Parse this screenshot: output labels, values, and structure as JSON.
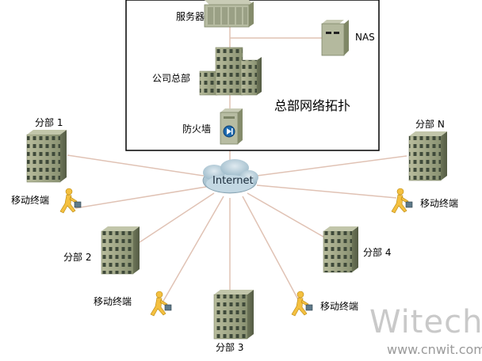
{
  "hq": {
    "title": "总部网络拓扑",
    "server_label": "服务器",
    "nas_label": "NAS",
    "hq_label": "公司总部",
    "firewall_label": "防火墙"
  },
  "internet_label": "Internet",
  "branches": [
    {
      "label": "分部 1"
    },
    {
      "label": "分部 2"
    },
    {
      "label": "分部 3"
    },
    {
      "label": "分部 4"
    },
    {
      "label": "分部 N"
    }
  ],
  "mobile_label": "移动终端",
  "watermark": {
    "brand": "Witech",
    "url": "www.cnwit.com"
  },
  "colors": {
    "link_line": "#e0c2b4",
    "building_fill": "#9da483",
    "window_fill": "#3f4a3a",
    "cloud_fill": "#b8d0dc",
    "person_fill": "#f4c040"
  }
}
